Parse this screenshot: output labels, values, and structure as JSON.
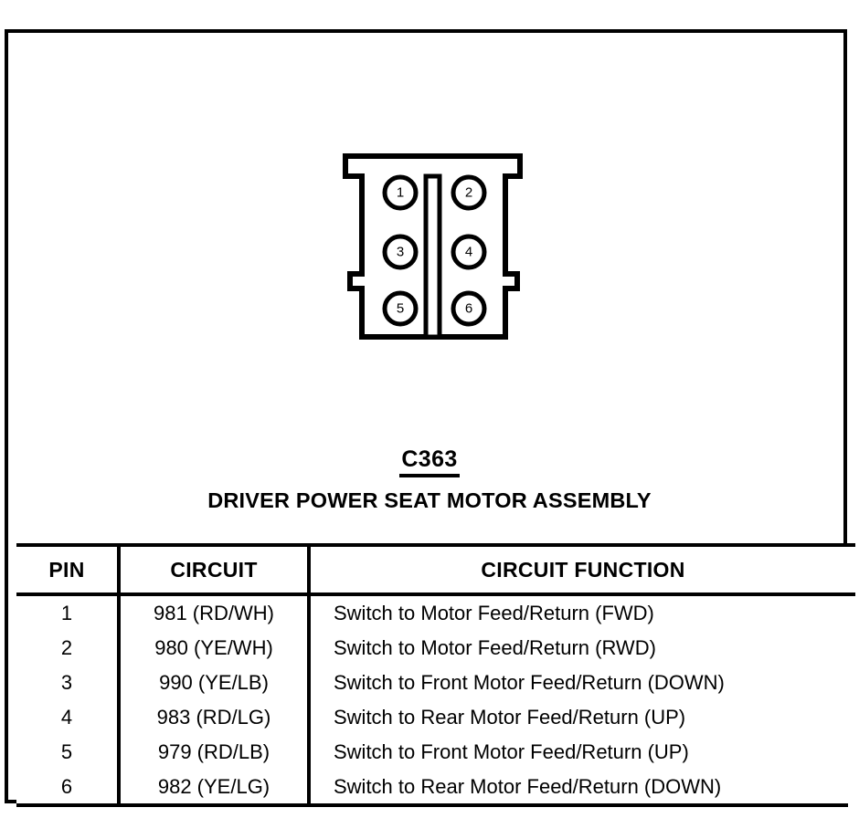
{
  "page": {
    "background_color": "#ffffff",
    "ink_color": "#000000"
  },
  "connector": {
    "id": "C363",
    "assembly_name": "DRIVER POWER SEAT MOTOR ASSEMBLY",
    "cavity_count": 6,
    "cavity_labels": [
      "1",
      "2",
      "3",
      "4",
      "5",
      "6"
    ],
    "layout": "2 columns x 3 rows with center keying slot"
  },
  "table": {
    "headers": [
      "PIN",
      "CIRCUIT",
      "CIRCUIT FUNCTION"
    ],
    "rows": [
      {
        "pin": "1",
        "circuit": "981 (RD/WH)",
        "function": "Switch to Motor Feed/Return (FWD)"
      },
      {
        "pin": "2",
        "circuit": "980 (YE/WH)",
        "function": "Switch to Motor Feed/Return (RWD)"
      },
      {
        "pin": "3",
        "circuit": "990 (YE/LB)",
        "function": "Switch to Front Motor Feed/Return (DOWN)"
      },
      {
        "pin": "4",
        "circuit": "983 (RD/LG)",
        "function": "Switch to Rear Motor Feed/Return (UP)"
      },
      {
        "pin": "5",
        "circuit": "979 (RD/LB)",
        "function": "Switch to Front Motor Feed/Return (UP)"
      },
      {
        "pin": "6",
        "circuit": "982 (YE/LG)",
        "function": "Switch to Rear Motor Feed/Return (DOWN)"
      }
    ]
  }
}
